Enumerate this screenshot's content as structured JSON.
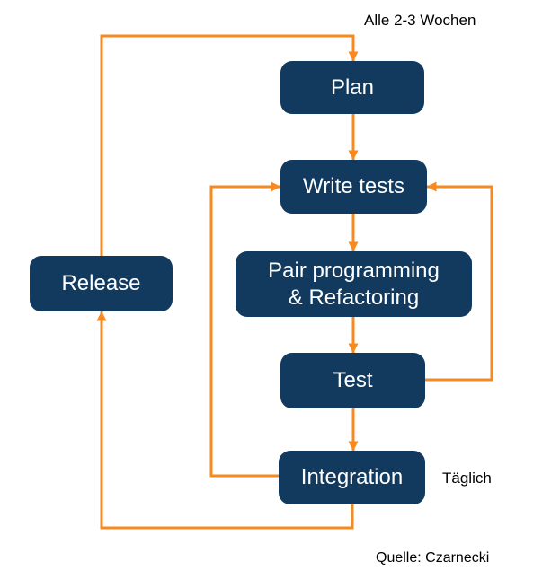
{
  "diagram": {
    "title_context": "XP development cycle flowchart",
    "nodes": {
      "plan": {
        "label": "Plan"
      },
      "write_tests": {
        "label": "Write tests"
      },
      "pair_programming": {
        "label": "Pair programming & Refactoring",
        "line1": "Pair programming",
        "line2": "& Refactoring"
      },
      "test": {
        "label": "Test"
      },
      "integration": {
        "label": "Integration"
      },
      "release": {
        "label": "Release"
      }
    },
    "edges": [
      {
        "from": "plan",
        "to": "write_tests",
        "label": ""
      },
      {
        "from": "write_tests",
        "to": "pair_programming",
        "label": ""
      },
      {
        "from": "pair_programming",
        "to": "test",
        "label": ""
      },
      {
        "from": "test",
        "to": "integration",
        "label": ""
      },
      {
        "from": "test",
        "to": "write_tests",
        "label": ""
      },
      {
        "from": "integration",
        "to": "write_tests",
        "label": "Täglich"
      },
      {
        "from": "integration",
        "to": "release",
        "label": ""
      },
      {
        "from": "release",
        "to": "plan",
        "label": "Alle 2-3 Wochen"
      }
    ],
    "annotations": {
      "cycle_label": "Alle 2-3 Wochen",
      "daily_label": "Täglich",
      "source_label": "Quelle: Czarnecki"
    },
    "colors": {
      "node_fill": "#123A5E",
      "node_text": "#FFFFFF",
      "arrow": "#F78A1E",
      "label_text": "#000000",
      "background": "#FFFFFF"
    }
  }
}
